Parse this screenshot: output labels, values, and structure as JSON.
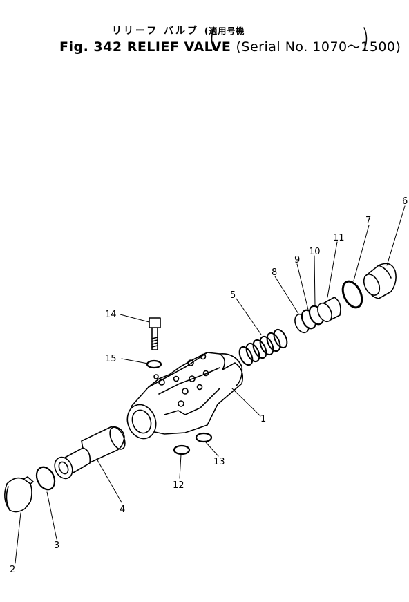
{
  "title": {
    "japanese": "リリーフ バルブ",
    "japanese_note": "適用号機",
    "figure": "Fig. 342 RELIEF VALVE",
    "serial": "Serial No. 1070～1500"
  },
  "callouts": [
    {
      "id": "1",
      "text": "1"
    },
    {
      "id": "2",
      "text": "2"
    },
    {
      "id": "3",
      "text": "3"
    },
    {
      "id": "4",
      "text": "4"
    },
    {
      "id": "5",
      "text": "5"
    },
    {
      "id": "6",
      "text": "6"
    },
    {
      "id": "7",
      "text": "7"
    },
    {
      "id": "8",
      "text": "8"
    },
    {
      "id": "9",
      "text": "9"
    },
    {
      "id": "10",
      "text": "10"
    },
    {
      "id": "11",
      "text": "11"
    },
    {
      "id": "12",
      "text": "12"
    },
    {
      "id": "13",
      "text": "13"
    },
    {
      "id": "14",
      "text": "14"
    },
    {
      "id": "15",
      "text": "15"
    }
  ]
}
